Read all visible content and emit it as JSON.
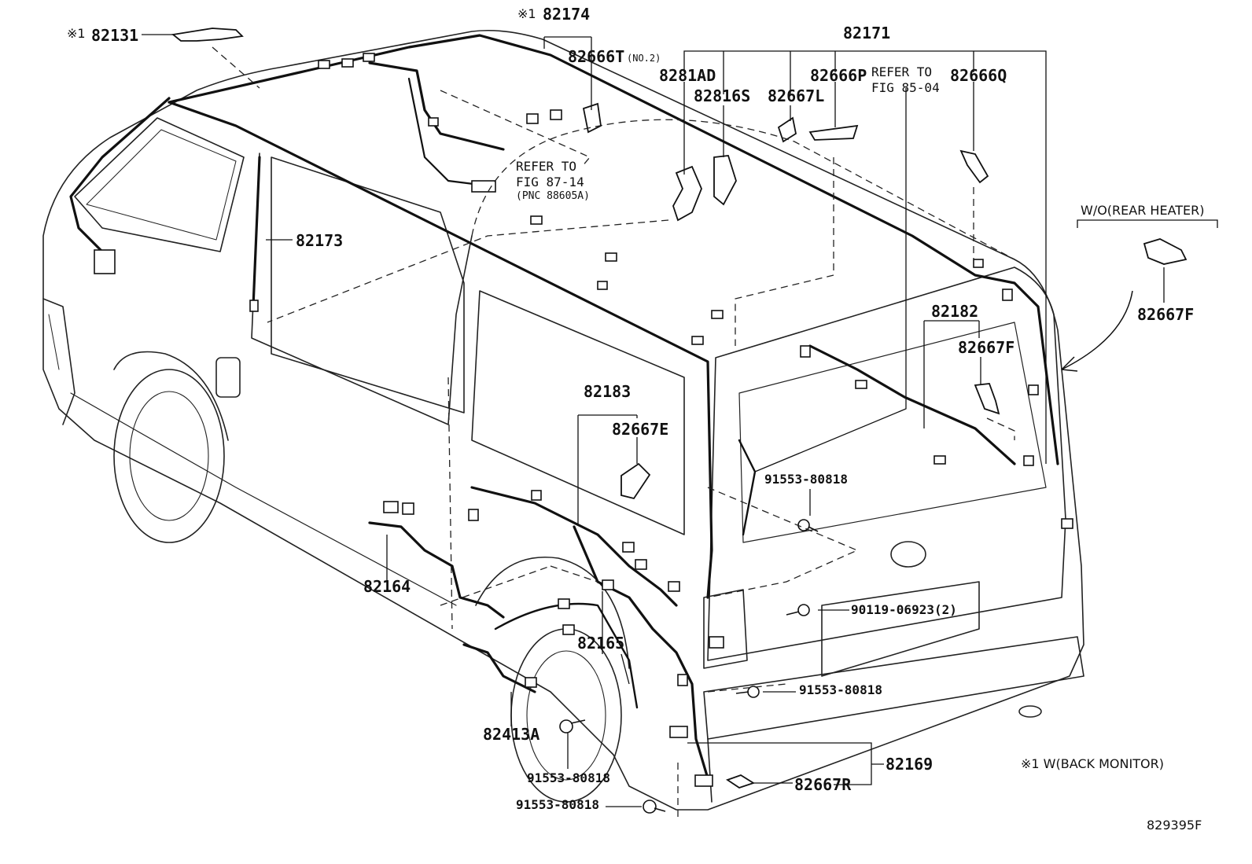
{
  "diagram": {
    "figure_code": "829395F",
    "footnote": "※1 W(BACK MONITOR)",
    "variant_label": "W/O(REAR HEATER)",
    "marker": "※1",
    "refs": [
      {
        "line1": "REFER TO",
        "line2": "FIG 87-14",
        "line3": "(PNC 88605A)"
      },
      {
        "line1": "REFER TO",
        "line2": "FIG 85-04"
      }
    ],
    "parts": {
      "p82131": "82131",
      "p82174": "82174",
      "p82666T": "82666T",
      "p82666T_note": "(NO.2)",
      "p82171": "82171",
      "p8281AD": "8281AD",
      "p82816S": "82816S",
      "p82667L": "82667L",
      "p82666P": "82666P",
      "p82666Q": "82666Q",
      "p82173": "82173",
      "p82182": "82182",
      "p82667F_a": "82667F",
      "p82667F_b": "82667F",
      "p82183": "82183",
      "p82667E": "82667E",
      "p91553_a": "91553-80818",
      "p90119": "90119-06923(2)",
      "p82164": "82164",
      "p82165": "82165",
      "p91553_b": "91553-80818",
      "p82413A": "82413A",
      "p82169": "82169",
      "p82667R": "82667R",
      "p91553_c": "91553-80818",
      "p91553_d": "91553-80818"
    }
  }
}
